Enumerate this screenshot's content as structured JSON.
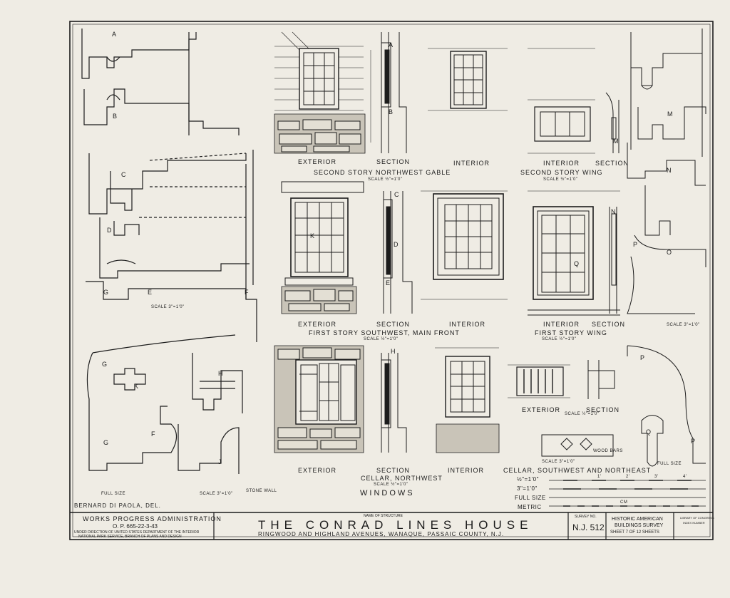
{
  "drawing": {
    "panel_labels": {
      "ext_1": "EXTERIOR",
      "sec_1": "SECTION",
      "int_1": "INTERIOR",
      "int_2": "INTERIOR",
      "sec_2": "SECTION",
      "caption_1": "SECOND STORY NORTHWEST GABLE",
      "caption_2": "SECOND STORY WING",
      "ext_3": "EXTERIOR",
      "sec_3": "SECTION",
      "int_3": "INTERIOR",
      "int_4": "INTERIOR",
      "sec_4": "SECTION",
      "caption_3": "FIRST STORY SOUTHWEST, MAIN FRONT",
      "caption_4": "FIRST STORY WING",
      "ext_5": "EXTERIOR",
      "sec_5": "SECTION",
      "int_5": "INTERIOR",
      "caption_5": "CELLAR, NORTHWEST",
      "caption_6": "CELLAR, SOUTHWEST AND NORTHEAST",
      "ext_6": "EXTERIOR",
      "sec_6": "SECTION",
      "windows": "WINDOWS",
      "full_size_1": "FULL SIZE",
      "full_size_2": "FULL SIZE",
      "wood_bars": "WOOD BARS",
      "stone_wall": "STONE WALL"
    },
    "scales": {
      "half_inch": "SCALE ½\"=1'0\"",
      "three_inch": "SCALE 3\"=1'0\""
    },
    "detail_letters": [
      "A",
      "B",
      "C",
      "D",
      "E",
      "F",
      "G",
      "H",
      "J",
      "K",
      "M",
      "N",
      "O",
      "P",
      "Q"
    ],
    "delineator": "BERNARD DI PAOLA, DEL.",
    "graphic_scale": {
      "row1": "½\"=1'0\"",
      "row2": "3\"=1'0\"",
      "row3": "FULL SIZE",
      "row4": "METRIC",
      "cm": "CM",
      "inch_marks": [
        "1'",
        "2'",
        "3'",
        "4'"
      ]
    }
  },
  "title_block": {
    "agency_1": "WORKS PROGRESS ADMINISTRATION",
    "agency_2": "O. P. 665-22-3-43",
    "agency_3": "UNDER DIRECTION OF UNITED STATES DEPARTMENT OF THE INTERIOR",
    "agency_4": "NATIONAL PARK SERVICE, BRANCH OF PLANS AND DESIGN",
    "name_caption": "NAME OF STRUCTURE",
    "structure_name": "THE CONRAD LINES HOUSE",
    "location": "RINGWOOD AND HIGHLAND AVENUES, WANAQUE, PASSAIC COUNTY, N.J.",
    "survey_caption": "SURVEY NO.",
    "survey_no": "N.J. 512",
    "survey_name_1": "HISTORIC AMERICAN",
    "survey_name_2": "BUILDINGS SURVEY",
    "sheet_text": "SHEET 7 OF 12 SHEETS",
    "loc_1": "LIBRARY OF CONGRESS",
    "loc_2": "INDEX NUMBER"
  },
  "colors": {
    "ink": "#1c1c1c",
    "paper": "#efece4",
    "stone": "#c9c4b8"
  }
}
